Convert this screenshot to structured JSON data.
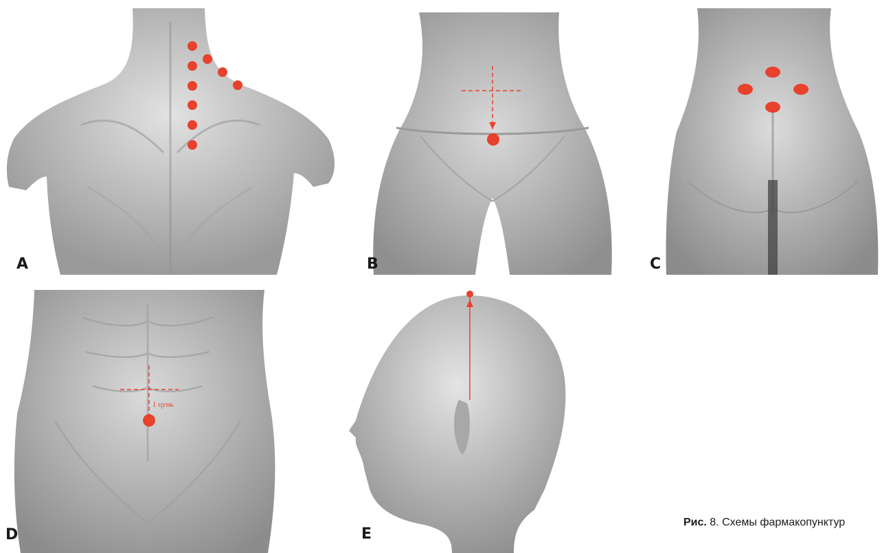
{
  "panels": [
    {
      "id": "A",
      "label": "A"
    },
    {
      "id": "B",
      "label": "B"
    },
    {
      "id": "C",
      "label": "C"
    },
    {
      "id": "D",
      "label": "D",
      "annotation": "1 цунь"
    },
    {
      "id": "E",
      "label": "E"
    }
  ],
  "caption": {
    "prefix": "Рис.",
    "text": " 8. Схемы фармакопунктур"
  },
  "colors": {
    "point": "#e8412c",
    "skin_light": "#d4d4d4",
    "skin_dark": "#8a8a8a"
  }
}
